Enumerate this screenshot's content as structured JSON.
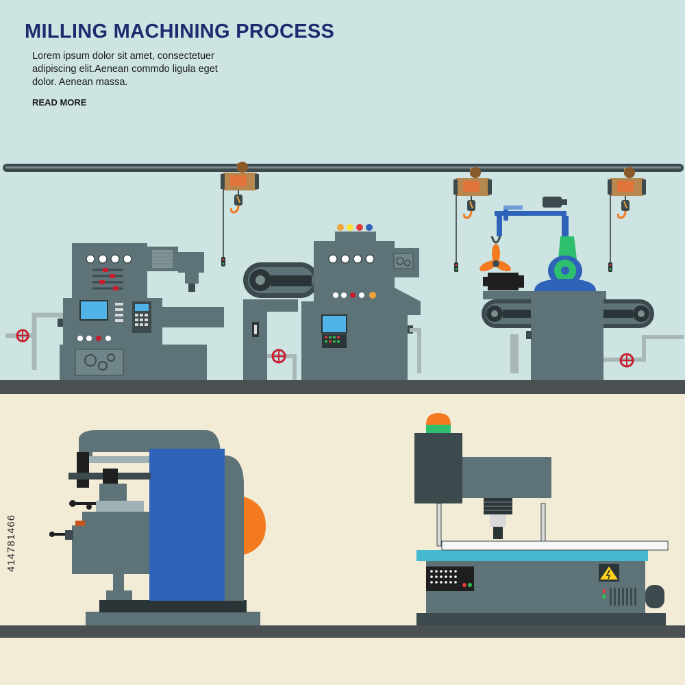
{
  "header": {
    "title": "MILLING MACHINING PROCESS",
    "description": "Lorem ipsum dolor sit amet, consectetuer adipiscing elit.Aenean commdo ligula eget dolor. Aenean massa.",
    "read_more": "READ MORE"
  },
  "watermark": {
    "stock_id": "414781466"
  },
  "colors": {
    "sky": "#cde4e3",
    "floor_panel": "#f2ebd6",
    "machine_gray": "#5d7378",
    "machine_dark": "#3d4a4d",
    "accent_blue": "#2f63b8",
    "accent_orange": "#f47a20",
    "accent_red": "#c81e2e",
    "screen_blue": "#4fb3e8",
    "teal_top": "#45b9cf",
    "title_navy": "#1f2a6e"
  },
  "icons": [
    "crane-hoist-icon",
    "valve-wheel-icon",
    "gear-icon",
    "warning-triangle-icon",
    "signal-lamp-icon"
  ]
}
